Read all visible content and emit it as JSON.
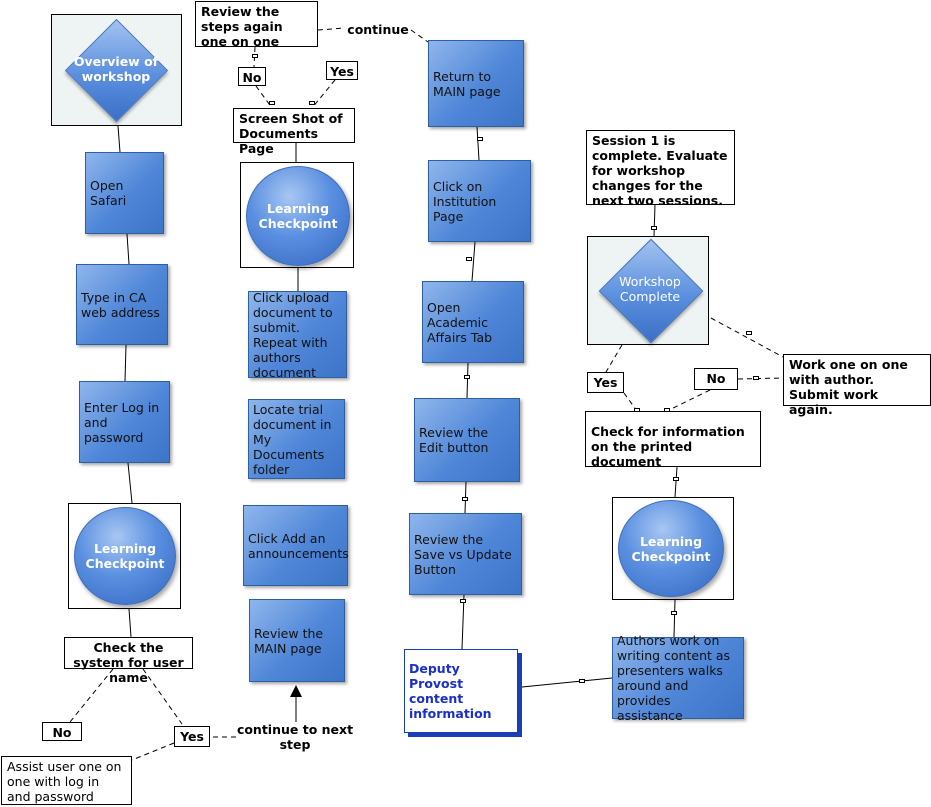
{
  "col1": {
    "overview": "Overview of workshop",
    "open_safari": "Open Safari",
    "type_ca": "Type in CA web address",
    "enter_login": "Enter Log in and password",
    "checkpoint": "Learning Checkpoint",
    "check_system": "Check the system for user name",
    "no": "No",
    "yes": "Yes",
    "assist": "Assist user one on one with log in and password"
  },
  "col2": {
    "review_steps": "Review the steps again one on one",
    "no": "No",
    "yes": "Yes",
    "continue": "continue",
    "screenshot": "Screen Shot of Documents Page",
    "checkpoint": "Learning Checkpoint",
    "click_upload": "Click upload document to submit. Repeat with authors document",
    "locate_trial": "Locate trial document in My Documents folder",
    "click_add": "Click Add an announcements",
    "review_main": "Review the MAIN page",
    "continue_next": "continue to next step"
  },
  "col3": {
    "return_main": "Return to MAIN page",
    "click_institution": "Click on Institution Page",
    "open_academic": "Open Academic Affairs Tab",
    "review_edit": "Review the Edit button",
    "review_save": "Review the Save vs Update Button",
    "deputy": "Deputy Provost content information"
  },
  "col4": {
    "session_complete": "Session 1 is complete. Evaluate for workshop changes for the next two sessions.",
    "workshop_complete": "Workshop Complete",
    "work_one": "Work one on one with author. Submit work again.",
    "no": "No",
    "yes": "Yes",
    "check_info": "Check for information on the printed document",
    "checkpoint": "Learning Checkpoint",
    "authors_work": "Authors work on writing content as presenters walks around and provides assistance"
  },
  "colors": {
    "box_blue": "#4f86d8",
    "deputy_text": "#1a2fc8",
    "line": "#000000"
  }
}
